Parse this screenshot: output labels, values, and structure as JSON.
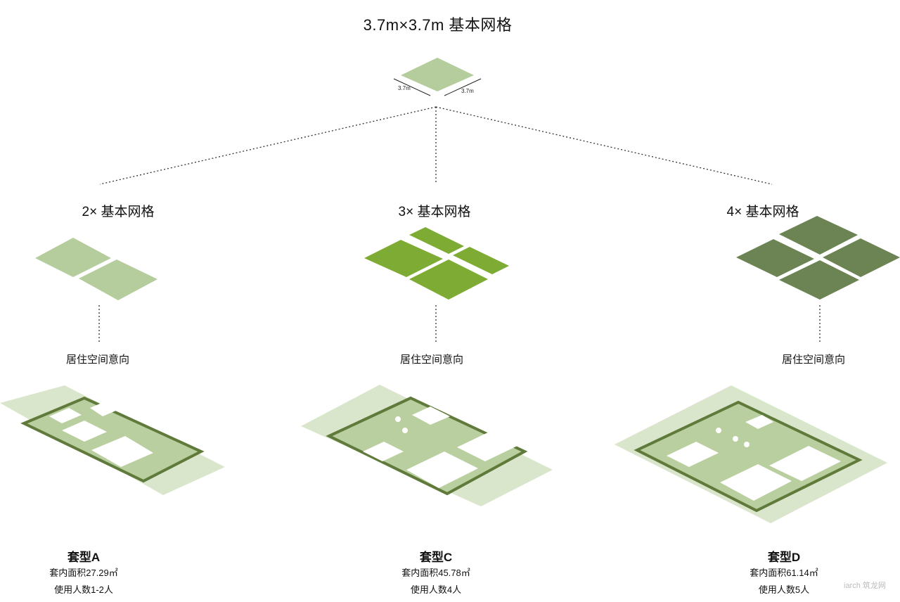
{
  "title": "3.7m×3.7m 基本网格",
  "base_dims": {
    "left": "3.7m",
    "right": "3.7m"
  },
  "levels": [
    {
      "label": "2× 基本网格",
      "cells": 2,
      "color": "#b5cc9c"
    },
    {
      "label": "3× 基本网格",
      "cells": 4,
      "color": "#7eab34"
    },
    {
      "label": "4× 基本网格",
      "cells": 4,
      "color": "#6c8454"
    }
  ],
  "intent_label": "居住空间意向",
  "units": [
    {
      "name": "套型A",
      "area": "套内面积27.29㎡",
      "people": "使用人数1-2人"
    },
    {
      "name": "套型C",
      "area": "套内面积45.78㎡",
      "people": "使用人数4人"
    },
    {
      "name": "套型D",
      "area": "套内面积61.14㎡",
      "people": "使用人数5人"
    }
  ],
  "colors": {
    "base_tile": "#b5cc9c",
    "plan_light": "#dae6cc",
    "plan_mid": "#b9cf9f",
    "plan_wall": "#5f7a3a",
    "connector": "#333333"
  },
  "watermark": "iarch 筑龙网"
}
